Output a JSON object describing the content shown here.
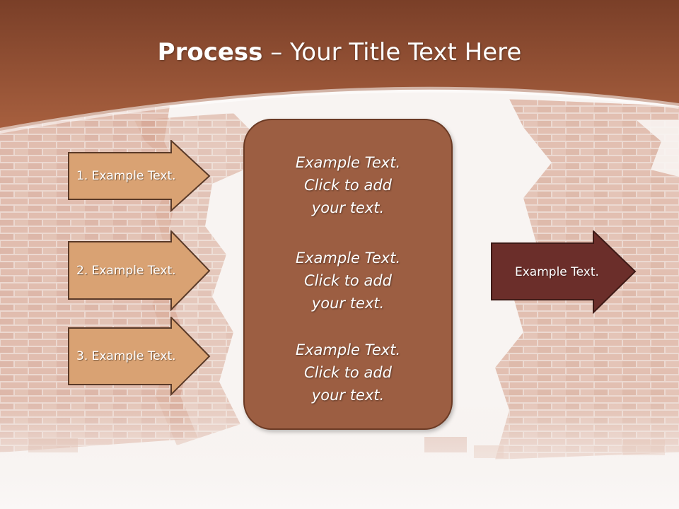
{
  "title": {
    "bold": "Process",
    "dash": " – ",
    "rest": "Your Title Text Here"
  },
  "steps": [
    {
      "label": "1. Example Text."
    },
    {
      "label": "2. Example Text."
    },
    {
      "label": "3. Example Text."
    }
  ],
  "panel": {
    "blocks": [
      {
        "line1": "Example Text.",
        "line2": "Click  to add",
        "line3": "your text."
      },
      {
        "line1": "Example Text.",
        "line2": "Click  to add",
        "line3": "your text."
      },
      {
        "line1": "Example Text.",
        "line2": "Click  to add",
        "line3": "your text."
      }
    ]
  },
  "result": {
    "label": "Example Text."
  },
  "colors": {
    "header": "#9b5538",
    "step_arrow": "#d9a273",
    "step_arrow_border": "#5a3a28",
    "panel": "#9c5e42",
    "result_arrow": "#6b2e2a"
  }
}
